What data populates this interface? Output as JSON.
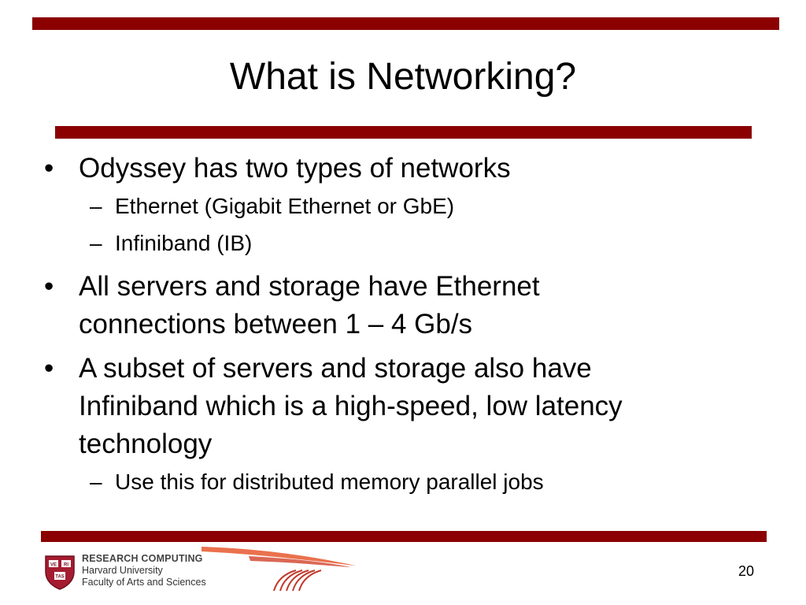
{
  "slide": {
    "title": "What is Networking?",
    "bullets": [
      {
        "text": "Odyssey has two types of networks",
        "sub": [
          "Ethernet (Gigabit Ethernet or GbE)",
          "Infiniband (IB)"
        ]
      },
      {
        "lines": [
          "All servers and storage have Ethernet",
          "connections between 1 – 4 Gb/s"
        ]
      },
      {
        "lines": [
          "A subset of servers and storage also have",
          "Infiniband which is a high-speed, low latency",
          "technology"
        ],
        "sub": [
          "Use this for distributed memory parallel jobs"
        ]
      }
    ],
    "bullet_glyph": "•",
    "dash_glyph": "–",
    "page_number": "20"
  },
  "footer": {
    "org_line1": "RESEARCH COMPUTING",
    "org_line2": "Harvard University",
    "org_line3": "Faculty of Arts and Sciences",
    "shield_text": [
      "VE",
      "RI",
      "TAS"
    ]
  },
  "colors": {
    "accent": "#8b0000",
    "swoosh": "#e8623a"
  }
}
